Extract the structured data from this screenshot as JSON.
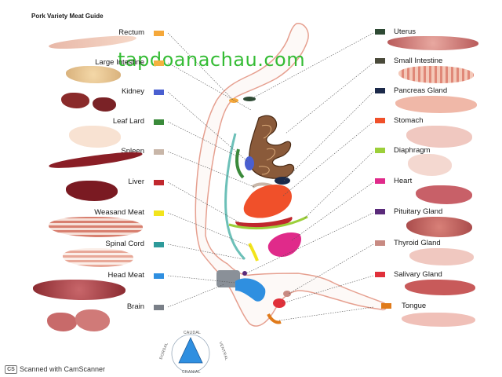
{
  "title": "Pork Variety Meat Guide",
  "watermark": "tapdoanachau.com",
  "left_items": [
    {
      "label": "Rectum",
      "color": "#f5a83a"
    },
    {
      "label": "Large Intestine",
      "color": "#f3b23f"
    },
    {
      "label": "Kidney",
      "color": "#4a5fd0"
    },
    {
      "label": "Leaf Lard",
      "color": "#3a8a3a"
    },
    {
      "label": "Spleen",
      "color": "#c8b6a8"
    },
    {
      "label": "Liver",
      "color": "#c0282e"
    },
    {
      "label": "Weasand Meat",
      "color": "#f2e41c"
    },
    {
      "label": "Spinal Cord",
      "color": "#2d9a9a"
    },
    {
      "label": "Head Meat",
      "color": "#2f8fe0"
    },
    {
      "label": "Brain",
      "color": "#7a8088"
    }
  ],
  "right_items": [
    {
      "label": "Uterus",
      "color": "#2e4a34"
    },
    {
      "label": "Small Intestine",
      "color": "#4a4a3a"
    },
    {
      "label": "Pancreas Gland",
      "color": "#1c2a4a"
    },
    {
      "label": "Stomach",
      "color": "#f0502a"
    },
    {
      "label": "Diaphragm",
      "color": "#9ccf3a"
    },
    {
      "label": "Heart",
      "color": "#e02a8a"
    },
    {
      "label": "Pituitary Gland",
      "color": "#5a2a7a"
    },
    {
      "label": "Thyroid Gland",
      "color": "#c88a82"
    },
    {
      "label": "Salivary Gland",
      "color": "#e0303a"
    },
    {
      "label": "Tongue",
      "color": "#e07a1a"
    }
  ],
  "compass": {
    "top": "CAUDAL",
    "bottom": "CRANIAL",
    "left": "DORSAL",
    "right": "VENTRAL"
  },
  "footer": {
    "badge": "CS",
    "text": "Scanned with CamScanner"
  }
}
